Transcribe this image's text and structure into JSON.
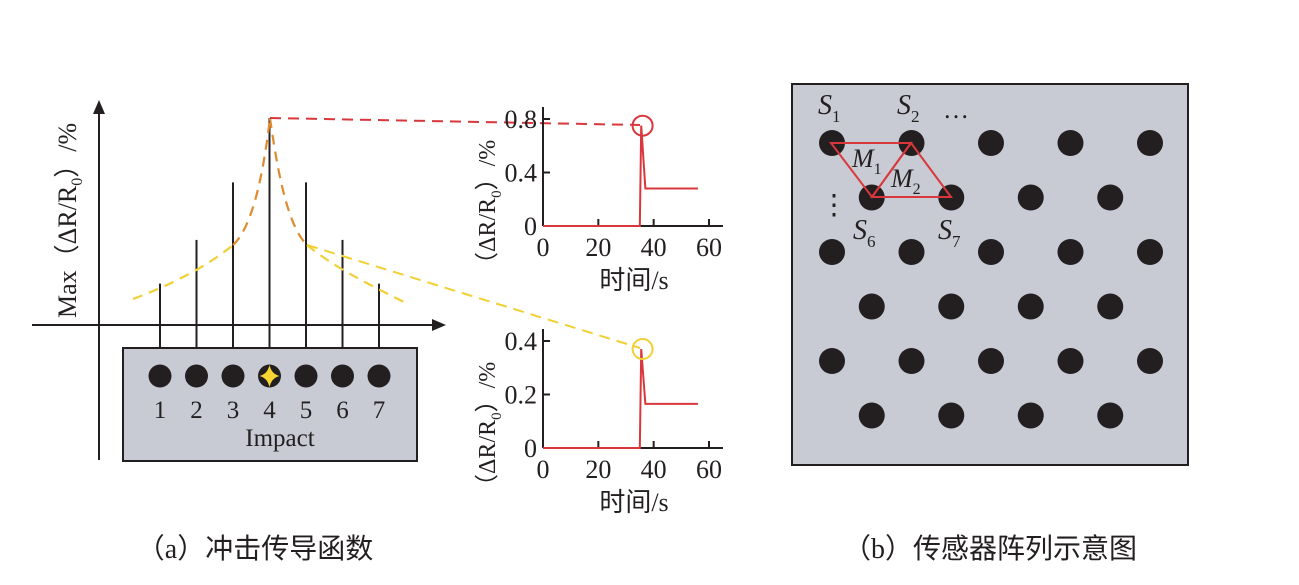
{
  "colors": {
    "red": "#d9373b",
    "dash_orange": "#e08a2e",
    "dash_yellow": "#f0d034",
    "box_fill": "#c8cbd3",
    "ink": "#231f20",
    "star": "#f6d431"
  },
  "panel_a": {
    "caption": "（a）冲击传导函数",
    "y_axis_label": {
      "prefix": "Max（ΔR/R",
      "sub": "0",
      "suffix": "）/%"
    },
    "impact_label": "Impact",
    "sensors": [
      "1",
      "2",
      "3",
      "4",
      "5",
      "6",
      "7"
    ],
    "impact_sensor": "4",
    "stem_relative_heights": [
      0.28,
      0.47,
      0.72,
      1.0,
      0.72,
      0.47,
      0.28
    ],
    "icons": [
      "star-icon"
    ]
  },
  "chart_data": [
    {
      "type": "line",
      "x_ticks": [
        "0",
        "20",
        "40",
        "60"
      ],
      "y_ticks": [
        "0",
        "0.4",
        "0.8"
      ],
      "ylim": [
        0,
        0.8
      ],
      "xlim": [
        0,
        60
      ],
      "xlabel": "时间/s",
      "ylabel": {
        "prefix": "（ΔR/R",
        "sub": "0",
        "suffix": "）/%"
      },
      "x": [
        0,
        35,
        35.5,
        37,
        56
      ],
      "y": [
        0.0,
        0.0,
        0.75,
        0.28,
        0.28
      ],
      "peak": [
        36,
        0.75
      ]
    },
    {
      "type": "line",
      "x_ticks": [
        "0",
        "20",
        "40",
        "60"
      ],
      "y_ticks": [
        "0",
        "0.2",
        "0.4"
      ],
      "ylim": [
        0,
        0.4
      ],
      "xlim": [
        0,
        60
      ],
      "xlabel": "时间/s",
      "ylabel": {
        "prefix": "（ΔR/R",
        "sub": "0",
        "suffix": "）/%"
      },
      "x": [
        0,
        35,
        35.5,
        37,
        56
      ],
      "y": [
        0.0,
        0.0,
        0.37,
        0.165,
        0.165
      ],
      "peak": [
        36,
        0.37
      ]
    }
  ],
  "panel_b": {
    "caption": "（b）传感器阵列示意图",
    "rows": [
      {
        "cols": [
          0,
          1,
          2,
          3,
          4
        ]
      },
      {
        "cols": [
          0.5,
          1.5,
          2.5,
          3.5
        ]
      },
      {
        "cols": [
          0,
          1,
          2,
          3,
          4
        ]
      },
      {
        "cols": [
          0.5,
          1.5,
          2.5,
          3.5
        ]
      },
      {
        "cols": [
          0,
          1,
          2,
          3,
          4
        ]
      },
      {
        "cols": [
          0.5,
          1.5,
          2.5,
          3.5
        ]
      }
    ],
    "labels": {
      "s1": {
        "main": "S",
        "sub": "1"
      },
      "s2": {
        "main": "S",
        "sub": "2"
      },
      "s6": {
        "main": "S",
        "sub": "6"
      },
      "s7": {
        "main": "S",
        "sub": "7"
      },
      "m1": {
        "main": "M",
        "sub": "1"
      },
      "m2": {
        "main": "M",
        "sub": "2"
      },
      "hdots": "…",
      "vdots": "⋮"
    }
  }
}
